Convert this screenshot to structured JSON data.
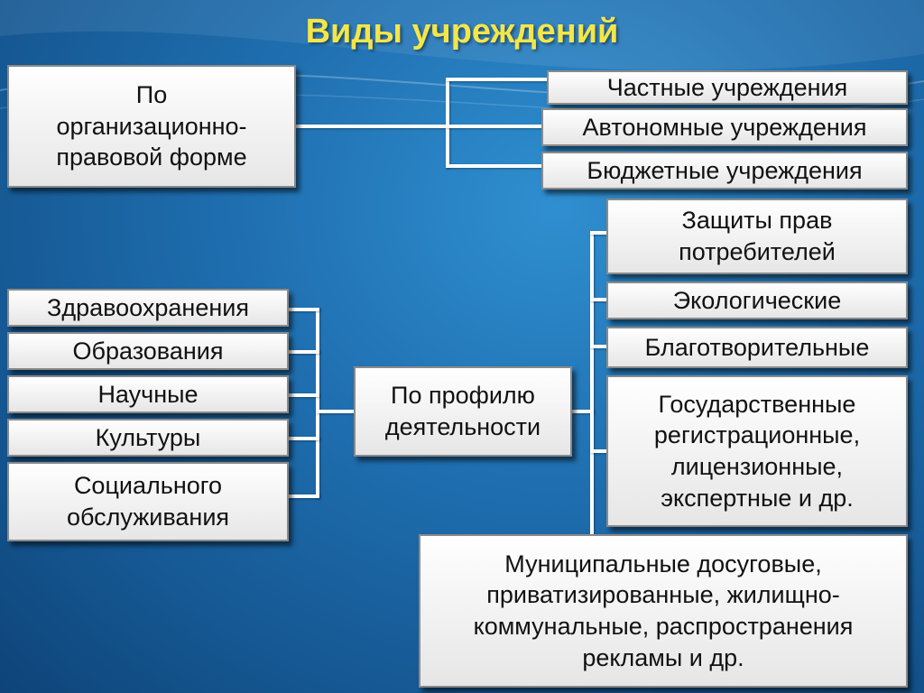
{
  "title": "Виды учреждений",
  "org_form": {
    "label": "По\nорганизационно-\nправовой форме",
    "items": [
      "Частные учреждения",
      "Автономные учреждения",
      "Бюджетные учреждения"
    ]
  },
  "profile": {
    "label": "По профилю\nдеятельности",
    "left_items": [
      "Здравоохранения",
      "Образования",
      "Научные",
      "Культуры",
      "Социального\nобслуживания"
    ],
    "right_items": [
      "Защиты прав\nпотребителей",
      "Экологические",
      "Благотворительные",
      "Государственные\nрегистрационные,\nлицензионные,\nэкспертные и др.",
      "Муниципальные досуговые,\nприватизированные, жилищно-\nкоммунальные, распространения\nрекламы и др."
    ]
  },
  "colors": {
    "title": "#f3e64a",
    "background": "#1f6fb0",
    "box": "#eeeeee",
    "connector": "#ffffff"
  }
}
